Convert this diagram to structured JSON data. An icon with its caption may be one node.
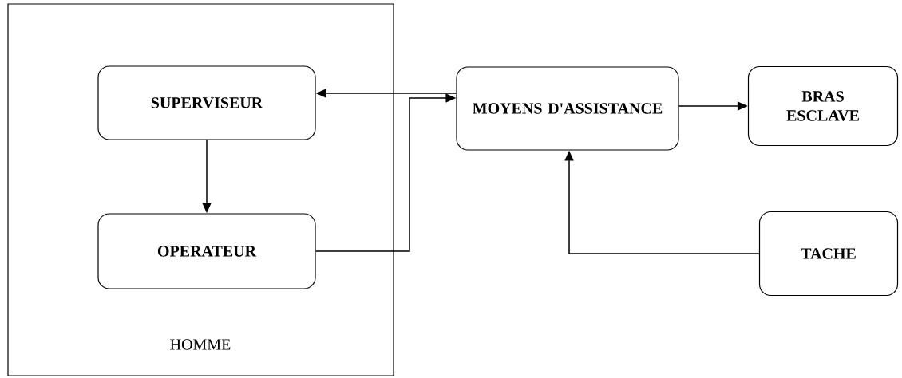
{
  "diagram": {
    "nodes": [
      {
        "text": [
          "HOMME"
        ]
      },
      {
        "text": [
          "SUPERVISEUR"
        ],
        "in": 0
      },
      {
        "text": [
          "OPERATEUR"
        ],
        "in": 0
      },
      {
        "text": [
          "MOYENS D'ASSISTANCE"
        ]
      },
      {
        "text": [
          "BRAS ESCLAVE"
        ]
      },
      {
        "text": [
          "TACHE"
        ]
      }
    ],
    "edges": [
      {
        "from": 3,
        "to": 1,
        "arrow": "to"
      },
      {
        "from": 1,
        "to": 2,
        "arrow": "to"
      },
      {
        "from": 2,
        "to": 3,
        "arrow": "to"
      },
      {
        "from": 3,
        "to": 4,
        "arrow": "to"
      },
      {
        "from": 5,
        "to": 3,
        "arrow": "to"
      }
    ]
  }
}
